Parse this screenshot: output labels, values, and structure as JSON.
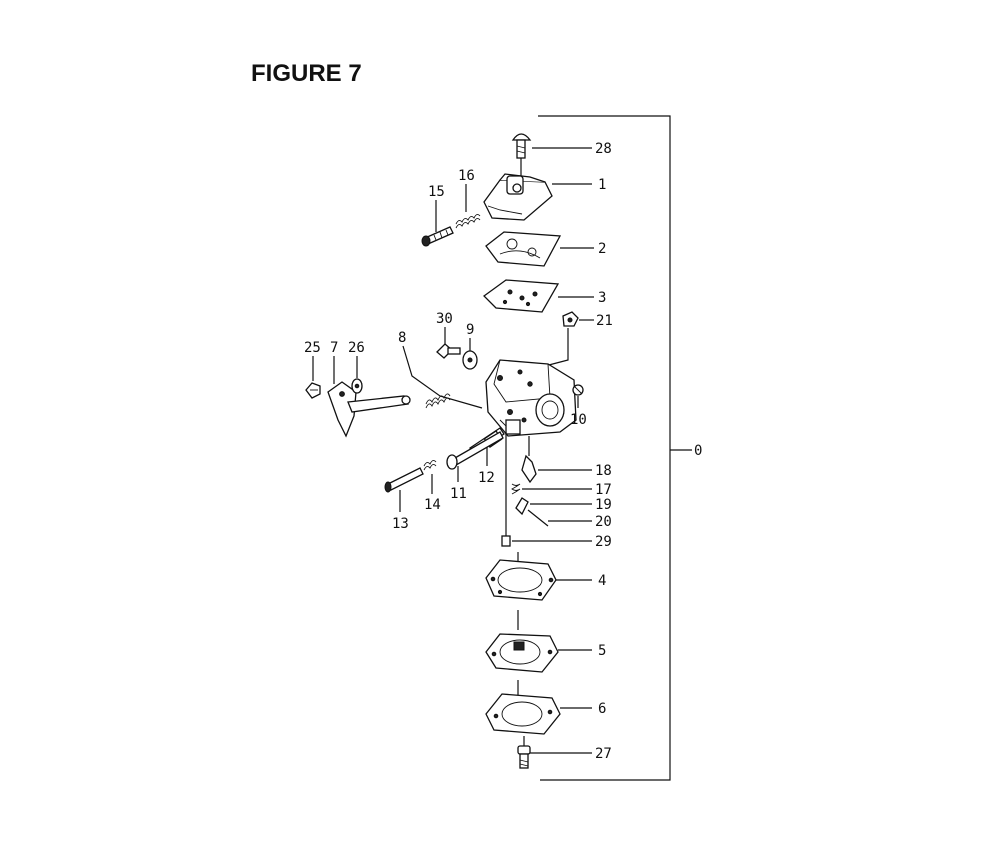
{
  "figure": {
    "title": "FIGURE 7",
    "assembly_label": "0"
  },
  "callouts": [
    {
      "id": "c28",
      "text": "28"
    },
    {
      "id": "c1",
      "text": "1"
    },
    {
      "id": "c15",
      "text": "15"
    },
    {
      "id": "c16",
      "text": "16"
    },
    {
      "id": "c2",
      "text": "2"
    },
    {
      "id": "c3",
      "text": "3"
    },
    {
      "id": "c21",
      "text": "21"
    },
    {
      "id": "c30",
      "text": "30"
    },
    {
      "id": "c9",
      "text": "9"
    },
    {
      "id": "c25",
      "text": "25"
    },
    {
      "id": "c7",
      "text": "7"
    },
    {
      "id": "c26",
      "text": "26"
    },
    {
      "id": "c8",
      "text": "8"
    },
    {
      "id": "c10",
      "text": "10"
    },
    {
      "id": "c18",
      "text": "18"
    },
    {
      "id": "c12",
      "text": "12"
    },
    {
      "id": "c17",
      "text": "17"
    },
    {
      "id": "c11",
      "text": "11"
    },
    {
      "id": "c14",
      "text": "14"
    },
    {
      "id": "c19",
      "text": "19"
    },
    {
      "id": "c13",
      "text": "13"
    },
    {
      "id": "c20",
      "text": "20"
    },
    {
      "id": "c29",
      "text": "29"
    },
    {
      "id": "c4",
      "text": "4"
    },
    {
      "id": "c5",
      "text": "5"
    },
    {
      "id": "c6",
      "text": "6"
    },
    {
      "id": "c27",
      "text": "27"
    }
  ]
}
